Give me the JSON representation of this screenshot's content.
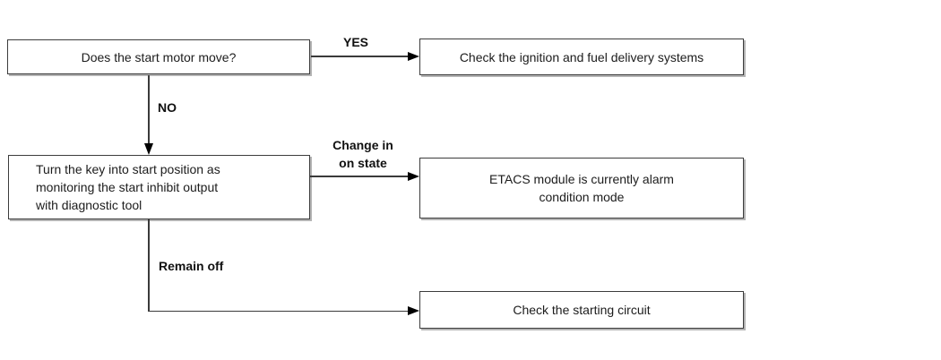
{
  "diagram": {
    "title": "start-motor-diagnostic-flowchart",
    "nodes": {
      "start_question": {
        "text": "Does the start motor move?"
      },
      "ignition_result": {
        "text": "Check the ignition and fuel delivery systems"
      },
      "key_instruction": {
        "text": "Turn the key into start position as\nmonitoring the start inhibit output\nwith diagnostic tool"
      },
      "etacs_result": {
        "text": "ETACS module is currently alarm\ncondition mode"
      },
      "starting_circuit_result": {
        "text": "Check the starting circuit"
      }
    },
    "edge_labels": {
      "yes": "YES",
      "no": "NO",
      "change_in_on_state": "Change in\non state",
      "remain_off": "Remain off"
    },
    "colors": {
      "background": "#ffffff",
      "box_border": "#3c3c3c",
      "box_shadow": "#b4b4b4",
      "line": "#3a3a3a",
      "text": "#1c1c1c"
    }
  }
}
